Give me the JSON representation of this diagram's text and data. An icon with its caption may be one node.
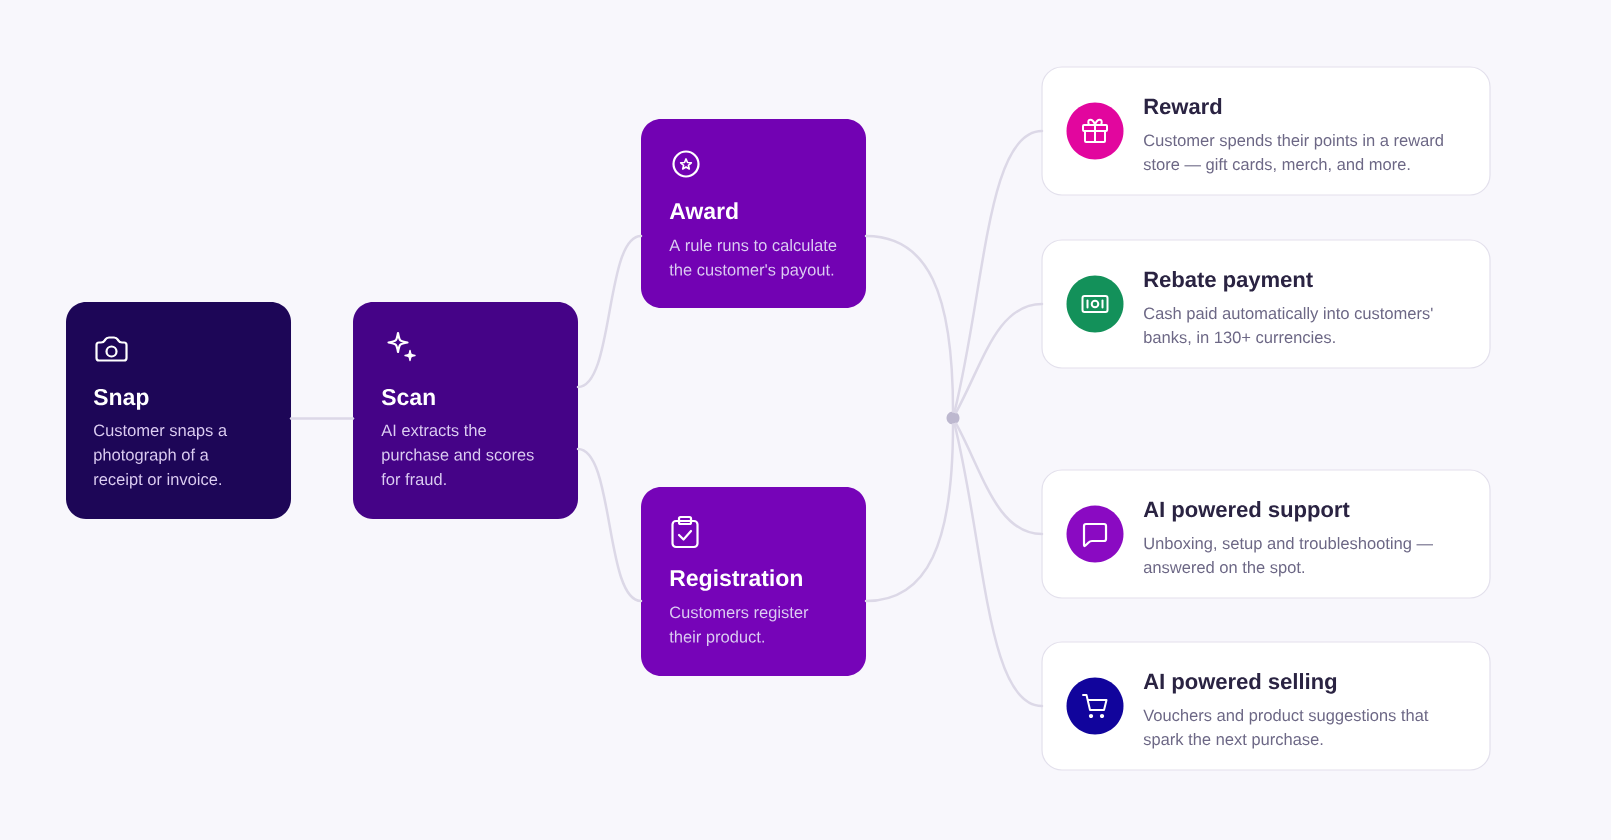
{
  "diagram": {
    "nodes": [
      {
        "text": [
          "Snap",
          "Customer snaps a photograph of a receipt or invoice."
        ]
      },
      {
        "text": [
          "Scan",
          "AI extracts the purchase and scores for fraud."
        ]
      },
      {
        "text": [
          "Award",
          "A rule runs to calculate the customer's payout."
        ]
      },
      {
        "text": [
          "Registration",
          "Customers register their product."
        ]
      },
      {
        "text": [],
        "shape": "circle"
      },
      {
        "text": [
          "Reward",
          "Customer spends their points in a reward store — gift cards, merch, and more."
        ]
      },
      {
        "text": [
          "Rebate payment",
          "Cash paid automatically into customers' banks, in 130+ currencies."
        ]
      },
      {
        "text": [
          "AI powered support",
          "Unboxing, setup and troubleshooting — answered on the spot."
        ]
      },
      {
        "text": [
          "AI powered selling",
          "Vouchers and product suggestions that spark the next purchase."
        ]
      }
    ],
    "edges": [
      {
        "from": 0,
        "to": 1,
        "arrow": "none"
      },
      {
        "from": 1,
        "to": 2,
        "arrow": "none"
      },
      {
        "from": 1,
        "to": 3,
        "arrow": "none"
      },
      {
        "from": 2,
        "to": 4,
        "arrow": "none"
      },
      {
        "from": 3,
        "to": 4,
        "arrow": "none"
      },
      {
        "from": 4,
        "to": 5,
        "arrow": "none"
      },
      {
        "from": 4,
        "to": 6,
        "arrow": "none"
      },
      {
        "from": 4,
        "to": 7,
        "arrow": "none"
      },
      {
        "from": 4,
        "to": 8,
        "arrow": "none"
      }
    ]
  }
}
